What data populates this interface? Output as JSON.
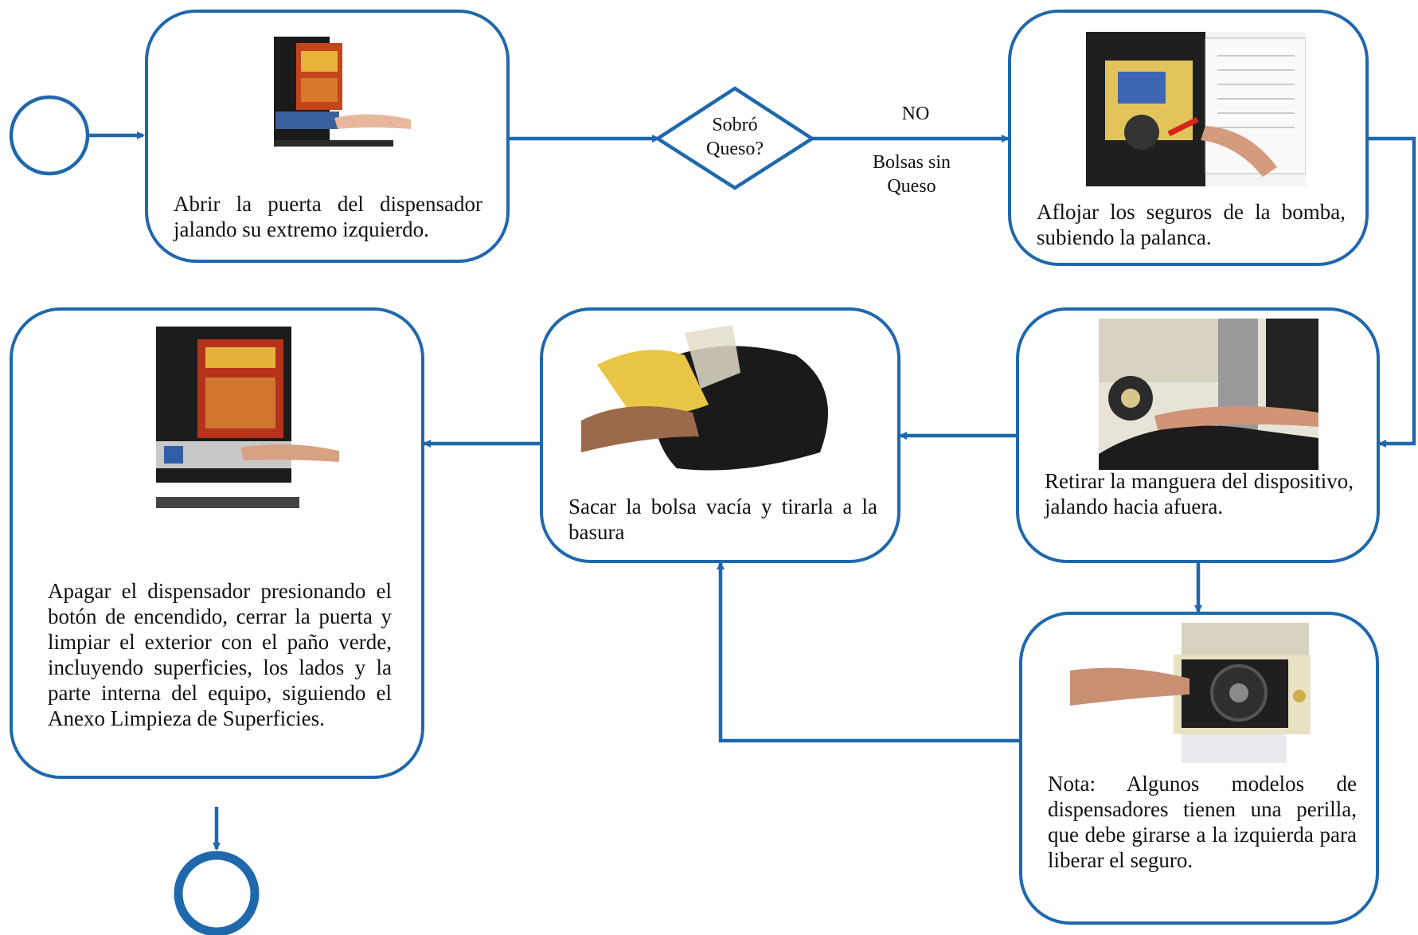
{
  "colors": {
    "flow": "#1f68ad",
    "text": "#111111",
    "background": "#ffffff"
  },
  "steps": {
    "open_door": "Abrir la puerta del dispensador jalando su  extremo izquierdo.",
    "loosen_locks": "Aflojar los seguros de la bomba, subiendo la palanca.",
    "remove_hose": "Retirar la manguera del dispositivo, jalando hacia afuera.",
    "remove_bag": "Sacar la bolsa vacía y tirarla  a la basura",
    "turn_off": "Apagar el dispensador presionando el botón de encendido, cerrar la puerta  y limpiar el exterior con el paño verde, incluyendo superficies, los lados y la parte interna del equipo, siguiendo el Anexo Limpieza de Superficies.",
    "note": "Nota:  Algunos modelos de dispensadores tienen una perilla, que debe girarse a la izquierda para liberar el seguro."
  },
  "decision": {
    "question": "Sobró Queso?",
    "no_label": "NO",
    "no_sublabel": "Bolsas sin Queso"
  },
  "photos": {
    "open_door": "nachos-dispenser-photo",
    "loosen_locks": "pump-lever-photo",
    "remove_hose": "hose-removal-photo",
    "remove_bag": "trash-bag-photo",
    "turn_off": "dispenser-cleaning-photo",
    "note": "knob-release-photo"
  }
}
